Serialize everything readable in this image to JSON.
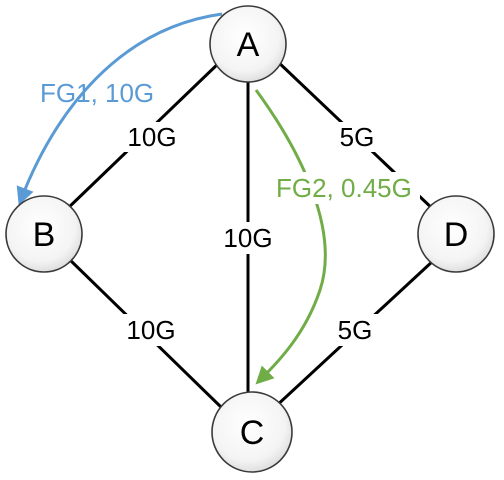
{
  "nodes": {
    "a": "A",
    "b": "B",
    "c": "C",
    "d": "D"
  },
  "edges": {
    "a_b": "10G",
    "a_c": "10G",
    "a_d": "5G",
    "b_c": "10G",
    "d_c": "5G"
  },
  "flows": {
    "fg1": {
      "label": "FG1, 10G",
      "color": "#5b9bd5"
    },
    "fg2": {
      "label": "FG2, 0.45G",
      "color": "#70ad47"
    }
  },
  "colors": {
    "node_fill_light": "#ffffff",
    "node_fill_dark": "#dedede",
    "node_stroke": "#3a3a3a",
    "edge": "#000000"
  }
}
